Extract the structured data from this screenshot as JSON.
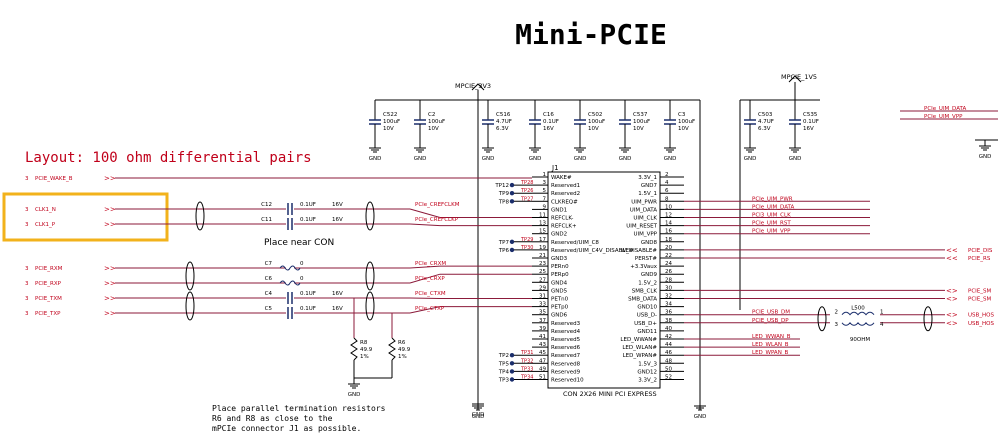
{
  "title": "Mini-PCIE",
  "layout_note": "Layout: 100 ohm differential pairs",
  "place_near": "Place near CON",
  "termination_note": [
    "Place parallel termination resistors",
    "R6 and R8 as close to the",
    "mPCIe connector J1 as possible."
  ],
  "rails": {
    "v3": "MPCIE_3V3",
    "v15": "MPCIE_1V5"
  },
  "gnd": "GND",
  "caps_top_left": [
    {
      "ref": "C522",
      "val": "100uF",
      "volt": "10V"
    },
    {
      "ref": "C2",
      "val": "100uF",
      "volt": "10V"
    }
  ],
  "caps_3v3": [
    {
      "ref": "C516",
      "val": "4.7UF",
      "volt": "6.3V"
    },
    {
      "ref": "C16",
      "val": "0.1UF",
      "volt": "16V"
    },
    {
      "ref": "C502",
      "val": "100uF",
      "volt": "10V"
    },
    {
      "ref": "C537",
      "val": "100uF",
      "volt": "10V"
    },
    {
      "ref": "C3",
      "val": "100uF",
      "volt": "10V"
    }
  ],
  "caps_1v5": [
    {
      "ref": "C503",
      "val": "4.7UF",
      "volt": "6.3V"
    },
    {
      "ref": "C535",
      "val": "0.1UF",
      "volt": "16V"
    }
  ],
  "left_ports": [
    {
      "page": "3",
      "name": "PCIE_WAKE_B"
    },
    {
      "page": "3",
      "name": "CLK1_N"
    },
    {
      "page": "3",
      "name": "CLK1_P"
    },
    {
      "page": "3",
      "name": "PCIE_RXM"
    },
    {
      "page": "3",
      "name": "PCIE_RXP"
    },
    {
      "page": "3",
      "name": "PCIE_TXM"
    },
    {
      "page": "3",
      "name": "PCIE_TXP"
    }
  ],
  "series_caps": [
    {
      "ref": "C12",
      "val": "0.1UF",
      "volt": "16V"
    },
    {
      "ref": "C11",
      "val": "0.1UF",
      "volt": "16V"
    },
    {
      "ref": "C7",
      "val": "0",
      "volt": ""
    },
    {
      "ref": "C6",
      "val": "0",
      "volt": ""
    },
    {
      "ref": "C4",
      "val": "0.1UF",
      "volt": "16V"
    },
    {
      "ref": "C5",
      "val": "0.1UF",
      "volt": "16V"
    }
  ],
  "nets_left": [
    "PCIe_CREFCLKM",
    "PCIe_CREFCLKP",
    "PCIe_CRXM",
    "PCIe_CRXP",
    "PCIe_CTXM",
    "PCIe_CTXP"
  ],
  "resistors": [
    {
      "ref": "R8",
      "val": "49.9",
      "tol": "1%"
    },
    {
      "ref": "R6",
      "val": "49.9",
      "tol": "1%"
    }
  ],
  "connector": {
    "ref": "J1",
    "part": "CON 2X26 MINI PCI EXPRESS",
    "left_pins": [
      {
        "num": "1",
        "name": "WAKE#"
      },
      {
        "num": "3",
        "name": "Reserved1"
      },
      {
        "num": "5",
        "name": "Reserved2"
      },
      {
        "num": "7",
        "name": "CLKREQ#"
      },
      {
        "num": "9",
        "name": "GND1"
      },
      {
        "num": "11",
        "name": "REFCLK-"
      },
      {
        "num": "13",
        "name": "REFCLK+"
      },
      {
        "num": "15",
        "name": "GND2"
      },
      {
        "num": "17",
        "name": "Reserved/UIM_C8"
      },
      {
        "num": "19",
        "name": "Reserved/UIM_C4V_DISABLE#"
      },
      {
        "num": "21",
        "name": "GND3"
      },
      {
        "num": "23",
        "name": "PERn0"
      },
      {
        "num": "25",
        "name": "PERp0"
      },
      {
        "num": "27",
        "name": "GND4"
      },
      {
        "num": "29",
        "name": "GND5"
      },
      {
        "num": "31",
        "name": "PETn0"
      },
      {
        "num": "33",
        "name": "PETp0"
      },
      {
        "num": "35",
        "name": "GND6"
      },
      {
        "num": "37",
        "name": "Reserved3"
      },
      {
        "num": "39",
        "name": "Reserved4"
      },
      {
        "num": "41",
        "name": "Reserved5"
      },
      {
        "num": "43",
        "name": "Reserved6"
      },
      {
        "num": "45",
        "name": "Reserved7"
      },
      {
        "num": "47",
        "name": "Reserved8"
      },
      {
        "num": "49",
        "name": "Reserved9"
      },
      {
        "num": "51",
        "name": "Reserved10"
      }
    ],
    "right_pins": [
      {
        "num": "2",
        "name": "3.3V_1"
      },
      {
        "num": "4",
        "name": "GND7"
      },
      {
        "num": "6",
        "name": "1.5V_1"
      },
      {
        "num": "8",
        "name": "UIM_PWR"
      },
      {
        "num": "10",
        "name": "UIM_DATA"
      },
      {
        "num": "12",
        "name": "UIM_CLK"
      },
      {
        "num": "14",
        "name": "UIM_RESET"
      },
      {
        "num": "16",
        "name": "UIM_VPP"
      },
      {
        "num": "18",
        "name": "GND8"
      },
      {
        "num": "20",
        "name": "W_DISABLE#"
      },
      {
        "num": "22",
        "name": "PERST#"
      },
      {
        "num": "24",
        "name": "+3.3Vaux"
      },
      {
        "num": "26",
        "name": "GND9"
      },
      {
        "num": "28",
        "name": "1.5V_2"
      },
      {
        "num": "30",
        "name": "SMB_CLK"
      },
      {
        "num": "32",
        "name": "SMB_DATA"
      },
      {
        "num": "34",
        "name": "GND10"
      },
      {
        "num": "36",
        "name": "USB_D-"
      },
      {
        "num": "38",
        "name": "USB_D+"
      },
      {
        "num": "40",
        "name": "GND11"
      },
      {
        "num": "42",
        "name": "LED_WWAN#"
      },
      {
        "num": "44",
        "name": "LED_WLAN#"
      },
      {
        "num": "46",
        "name": "LED_WPAN#"
      },
      {
        "num": "48",
        "name": "1.5V_3"
      },
      {
        "num": "50",
        "name": "GND12"
      },
      {
        "num": "52",
        "name": "3.3V_2"
      }
    ]
  },
  "testpoints_top": [
    {
      "tp": "TP12",
      "tag": "TP28"
    },
    {
      "tp": "TP9",
      "tag": "TP26"
    },
    {
      "tp": "TP8",
      "tag": "TP27"
    }
  ],
  "testpoints_mid": [
    {
      "tp": "TP7",
      "tag": "TP29"
    },
    {
      "tp": "TP6",
      "tag": "TP30"
    }
  ],
  "testpoints_bottom": [
    {
      "tp": "TP2",
      "tag": "TP31"
    },
    {
      "tp": "TP5",
      "tag": "TP32"
    },
    {
      "tp": "TP4",
      "tag": "TP33"
    },
    {
      "tp": "TP3",
      "tag": "TP34"
    }
  ],
  "right_nets_uim": [
    "PCIe_UIM_PWR",
    "PCIe_UIM_DATA",
    "PCI3_UIM_CLK",
    "PCIe_UIM_RST",
    "PCIe_UIM_VPP"
  ],
  "right_nets_top": [
    "PCIe_UIM_DATA",
    "PCIe_UIM_VPP"
  ],
  "right_ports_mid": [
    "PCIE_DIS",
    "PCIE_RS"
  ],
  "right_ports_smb": [
    "PCIE_SM",
    "PCIE_SM"
  ],
  "usb_nets": [
    "PCIE_USB_DM",
    "PCIE_USB_DP"
  ],
  "usb_ports": [
    "USB_HOS",
    "USB_HOS"
  ],
  "choke": {
    "ref": "L500",
    "val": "90OHM",
    "pins": [
      "2",
      "1",
      "3",
      "4"
    ]
  },
  "led_nets": [
    "LED_WWAN_B",
    "LED_WLAN_B",
    "LED_WPAN_B"
  ],
  "colors": {
    "wire": "#8b1a3a",
    "net": "#c0001a",
    "body": "#000000",
    "highlight": "#f2b21b",
    "cap": "#1a2d6b"
  }
}
